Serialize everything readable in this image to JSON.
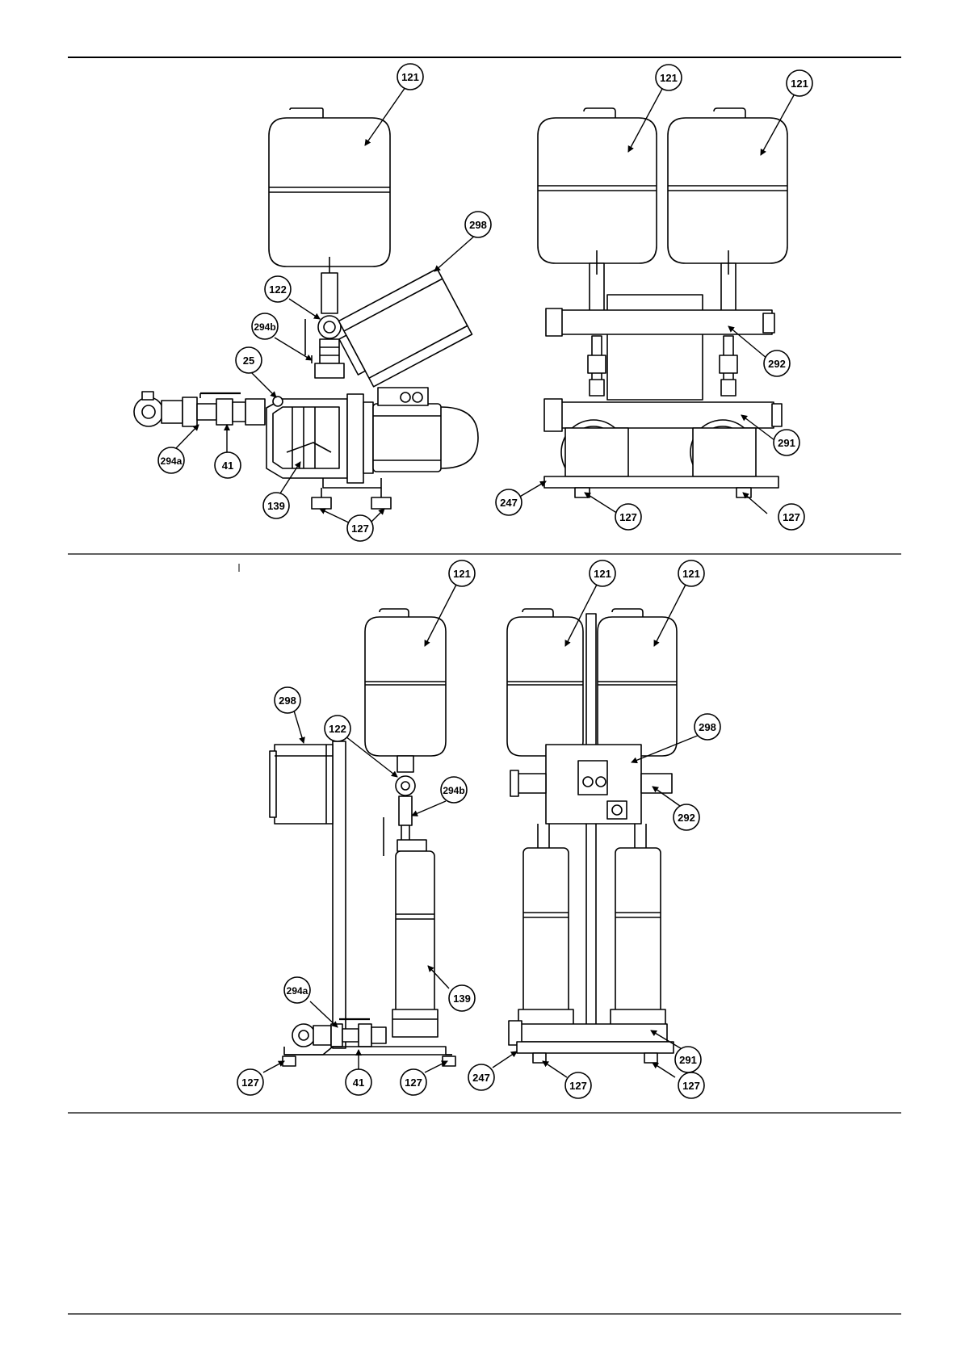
{
  "callouts": {
    "top_single": {
      "tank": "121",
      "control_box": "298",
      "valve": "122",
      "valve_b": "294b",
      "gauge": "25",
      "valve_a": "294a",
      "check_valve": "41",
      "pump": "139",
      "feet": "127"
    },
    "top_double": {
      "tank_left": "121",
      "tank_right": "121",
      "upper_manifold": "292",
      "lower_manifold": "291",
      "base": "247",
      "foot_left": "127",
      "foot_right": "127"
    },
    "bottom_single": {
      "tank": "121",
      "control_box": "298",
      "valve": "122",
      "valve_b": "294b",
      "valve_a": "294a",
      "pump": "139",
      "foot_left": "127",
      "check_valve": "41",
      "foot_right": "127"
    },
    "bottom_double": {
      "tank_left": "121",
      "tank_right": "121",
      "control_box": "298",
      "upper_manifold": "292",
      "lower_manifold": "291",
      "base": "247",
      "foot_left": "127",
      "foot_right": "127"
    }
  },
  "colors": {
    "line": "#000000",
    "fill": "#ffffff"
  }
}
